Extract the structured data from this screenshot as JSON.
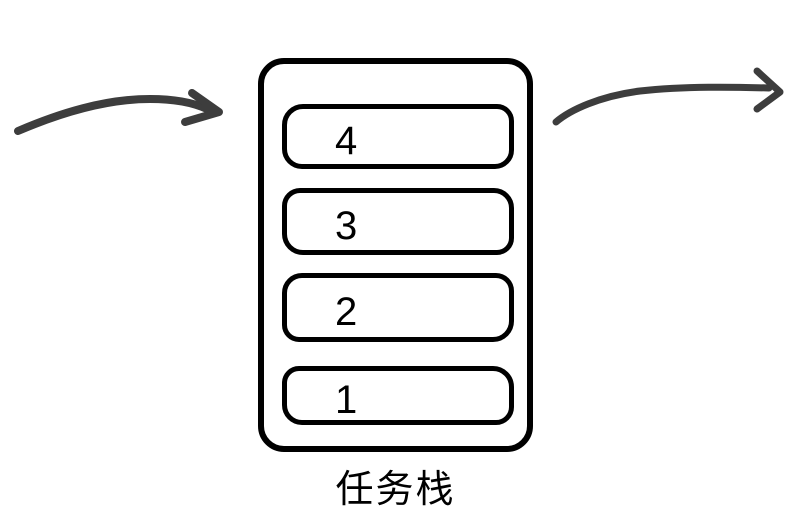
{
  "diagram": {
    "title": "任务栈",
    "stack": {
      "items": [
        {
          "label": "4"
        },
        {
          "label": "3"
        },
        {
          "label": "2"
        },
        {
          "label": "1"
        }
      ]
    },
    "icons": {
      "incoming": "curved-arrow-right-icon",
      "outgoing": "curved-arrow-right-icon"
    },
    "colors": {
      "arrow": "#3d3d3d",
      "outline": "#000000",
      "bg": "#ffffff",
      "text": "#000000"
    }
  }
}
